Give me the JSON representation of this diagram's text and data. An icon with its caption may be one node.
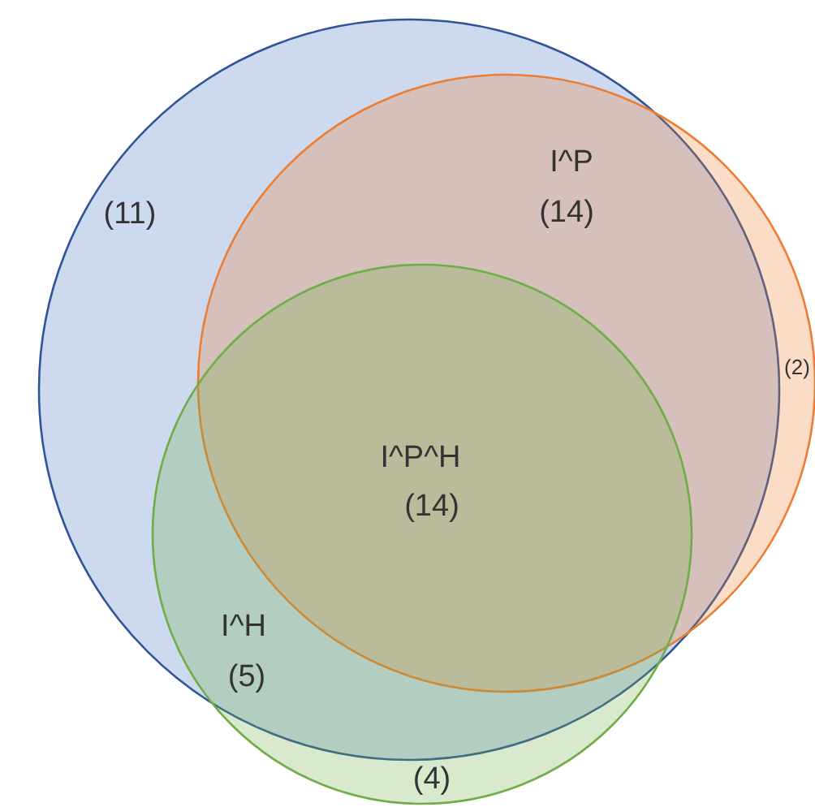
{
  "diagram": {
    "labels": [
      "I^P",
      "(11)",
      "(14)",
      "(2)",
      "I^P^H",
      "(14)",
      "I^H",
      "(5)",
      "(4)"
    ]
  }
}
